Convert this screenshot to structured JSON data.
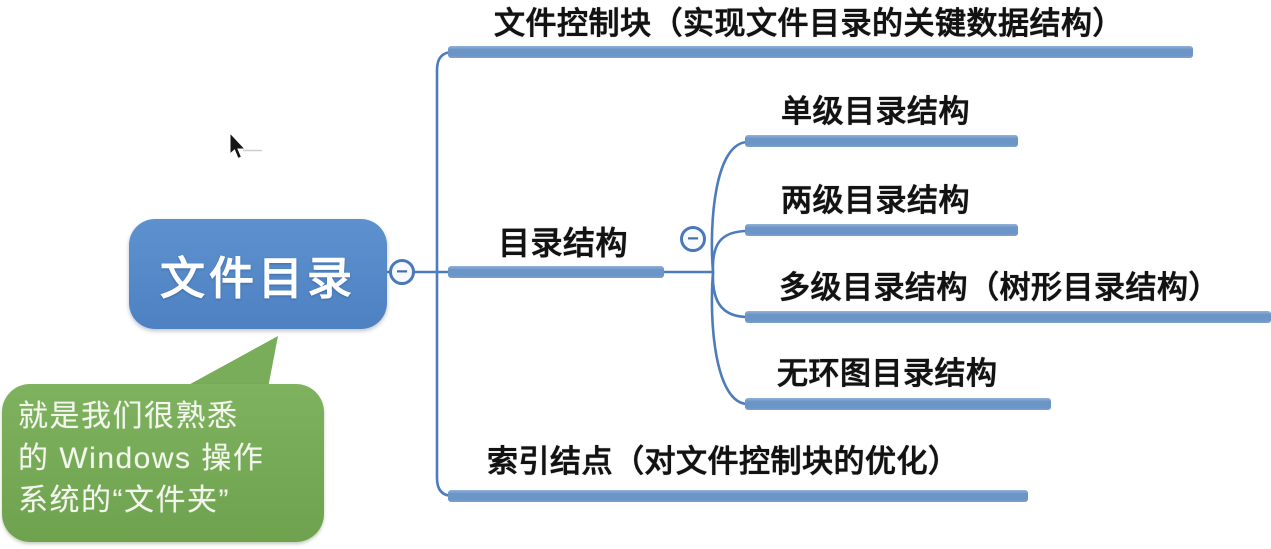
{
  "app": {
    "name": "mind-map-canvas",
    "background": "#ffffff"
  },
  "colors": {
    "root_node_fill": "#5589c7",
    "root_node_text": "#ffffff",
    "branch_bar": "#6b95c7",
    "connector_line": "#4d7cbd",
    "branch_text": "#121212",
    "note_bubble_fill": "#77ab57",
    "note_bubble_text": "#f3f6ec"
  },
  "icons": {
    "collapse": "−"
  },
  "root": {
    "label": "文件目录"
  },
  "branches": [
    {
      "label": "文件控制块（实现文件目录的关键数据结构）"
    },
    {
      "label": "目录结构",
      "children": [
        {
          "label": "单级目录结构"
        },
        {
          "label": "两级目录结构"
        },
        {
          "label": "多级目录结构（树形目录结构）"
        },
        {
          "label": "无环图目录结构"
        }
      ]
    },
    {
      "label": "索引结点（对文件控制块的优化）"
    }
  ],
  "note_bubble": {
    "lines": [
      "就是我们很熟悉",
      "的 Windows 操作",
      "系统的“文件夹”"
    ],
    "text": "就是我们很熟悉的 Windows 操作系统的“文件夹”"
  }
}
